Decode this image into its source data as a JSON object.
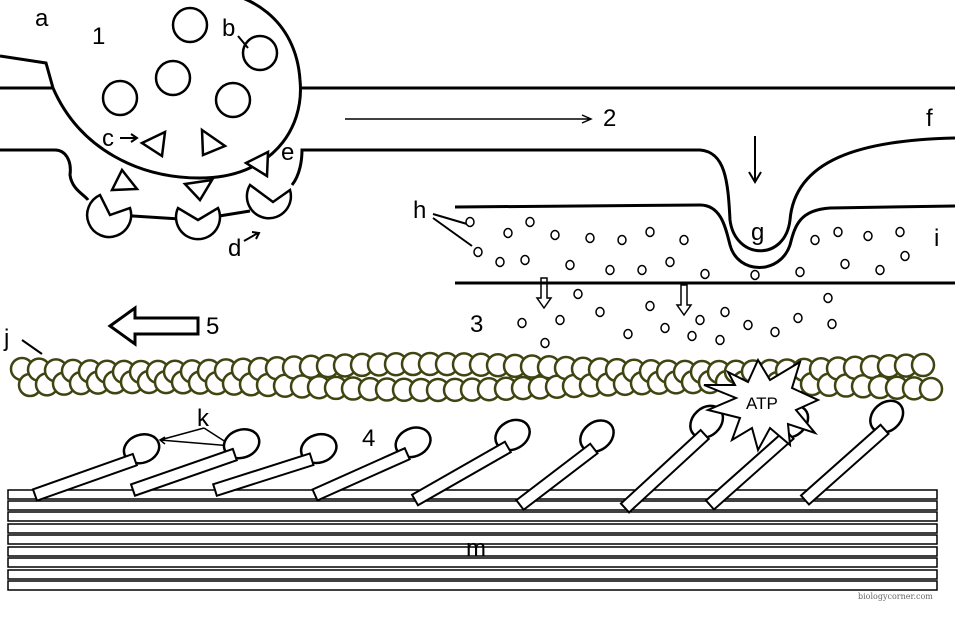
{
  "diagram": {
    "labels": {
      "a": "a",
      "one": "1",
      "b": "b",
      "c": "c",
      "d": "d",
      "e": "e",
      "two": "2",
      "f": "f",
      "g": "g",
      "h": "h",
      "i": "i",
      "three": "3",
      "j": "j",
      "five": "5",
      "k": "k",
      "four": "4",
      "m": "m"
    },
    "atp_label": "ATP",
    "credit": "biologycorner.com",
    "colors": {
      "line": "#000000",
      "actin": "#3f4410"
    }
  }
}
